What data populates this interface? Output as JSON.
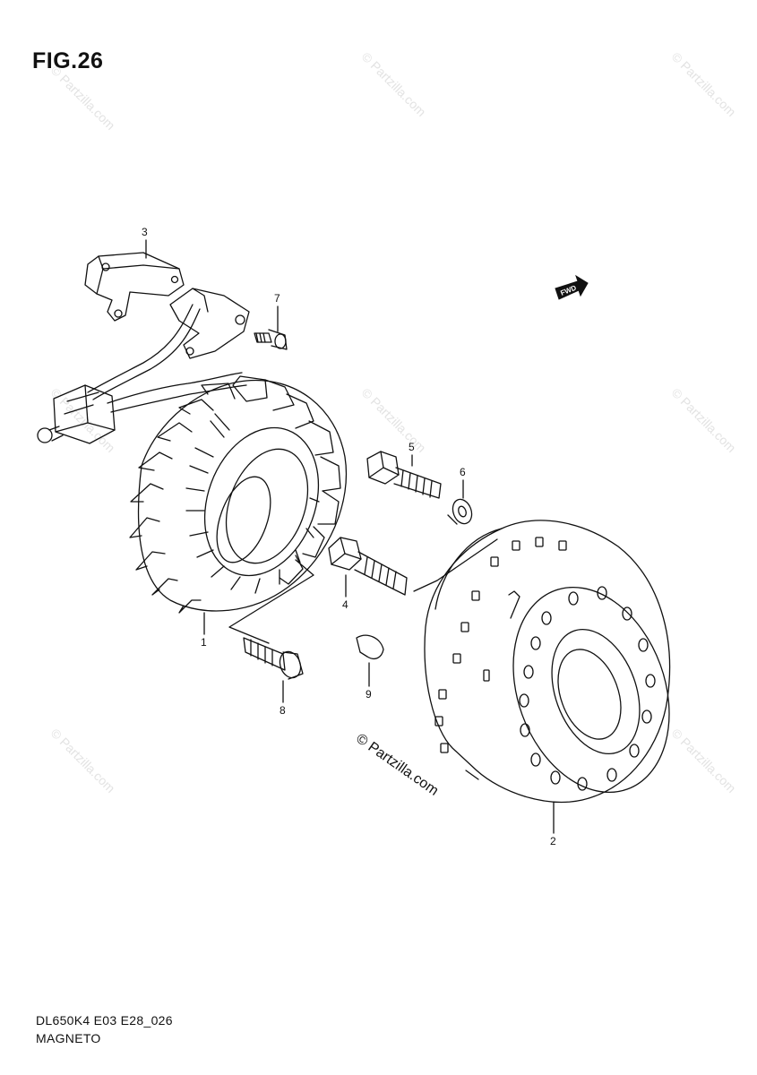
{
  "figure": {
    "title": "FIG.26",
    "code": "DL650K4 E03 E28_026",
    "name": "MAGNETO"
  },
  "watermark": {
    "text": "© Partzilla.com",
    "copyright": "© Partzilla.com"
  },
  "arrow": {
    "label": "FWD"
  },
  "callouts": [
    {
      "number": "1",
      "part": "stator"
    },
    {
      "number": "2",
      "part": "rotor"
    },
    {
      "number": "3",
      "part": "bracket"
    },
    {
      "number": "4",
      "part": "rotor bolt"
    },
    {
      "number": "5",
      "part": "bolt"
    },
    {
      "number": "6",
      "part": "washer"
    },
    {
      "number": "7",
      "part": "screw"
    },
    {
      "number": "8",
      "part": "stator screw"
    },
    {
      "number": "9",
      "part": "key"
    }
  ]
}
